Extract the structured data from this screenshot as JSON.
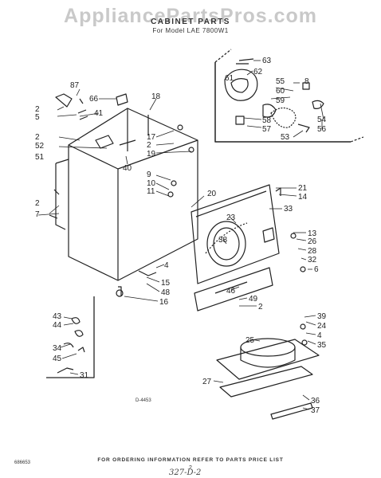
{
  "watermark": "AppliancePartsPros.com",
  "title": "CABINET PARTS",
  "model": "For Model LAE 7800W1",
  "footer_instruction": "FOR ORDERING INFORMATION REFER TO PARTS PRICE LIST",
  "page_number": "2",
  "doc_number": "686653",
  "diagram_code": "D-4453",
  "handwritten_note": "327-D-2",
  "callouts": [
    "63",
    "62",
    "61",
    "55",
    "8",
    "60",
    "59",
    "58",
    "57",
    "54",
    "56",
    "53",
    "87",
    "66",
    "18",
    "2",
    "5",
    "41",
    "17",
    "2",
    "52",
    "19",
    "51",
    "40",
    "9",
    "10",
    "11",
    "20",
    "21",
    "14",
    "33",
    "23",
    "38",
    "13",
    "26",
    "28",
    "32",
    "6",
    "4",
    "15",
    "48",
    "16",
    "46",
    "49",
    "2",
    "2",
    "7",
    "43",
    "44",
    "34",
    "45",
    "31",
    "39",
    "24",
    "4",
    "35",
    "25",
    "27",
    "36",
    "37"
  ]
}
